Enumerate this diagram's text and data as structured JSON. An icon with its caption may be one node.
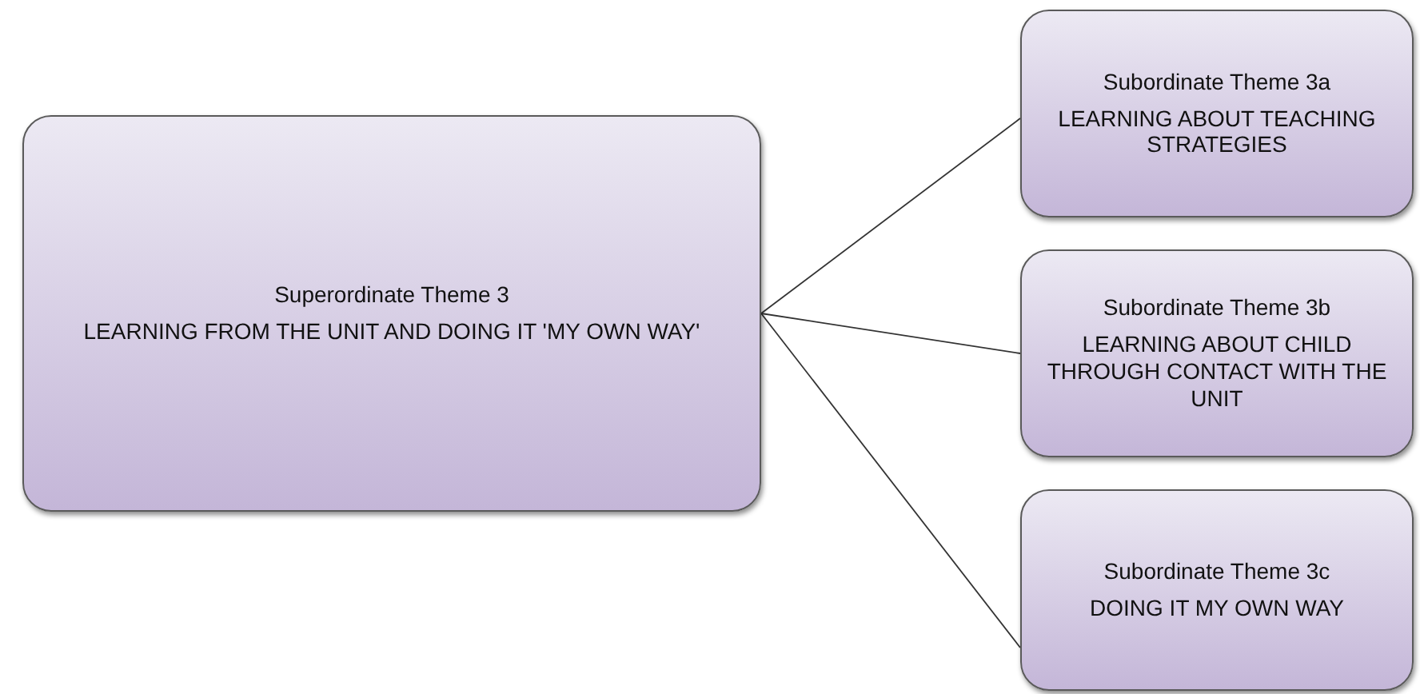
{
  "diagram": {
    "nodes": [
      {
        "text": [
          "Superordinate Theme 3",
          "LEARNING FROM THE UNIT AND DOING IT 'MY OWN WAY'"
        ]
      },
      {
        "text": [
          "Subordinate Theme 3a",
          "LEARNING ABOUT TEACHING STRATEGIES"
        ]
      },
      {
        "text": [
          "Subordinate Theme 3b",
          "LEARNING ABOUT CHILD THROUGH CONTACT WITH THE UNIT"
        ]
      },
      {
        "text": [
          "Subordinate Theme 3c",
          "DOING IT MY OWN WAY"
        ]
      }
    ],
    "edges": [
      {
        "from": 0,
        "to": 1,
        "arrow": "none"
      },
      {
        "from": 0,
        "to": 2,
        "arrow": "none"
      },
      {
        "from": 0,
        "to": 3,
        "arrow": "none"
      }
    ]
  }
}
